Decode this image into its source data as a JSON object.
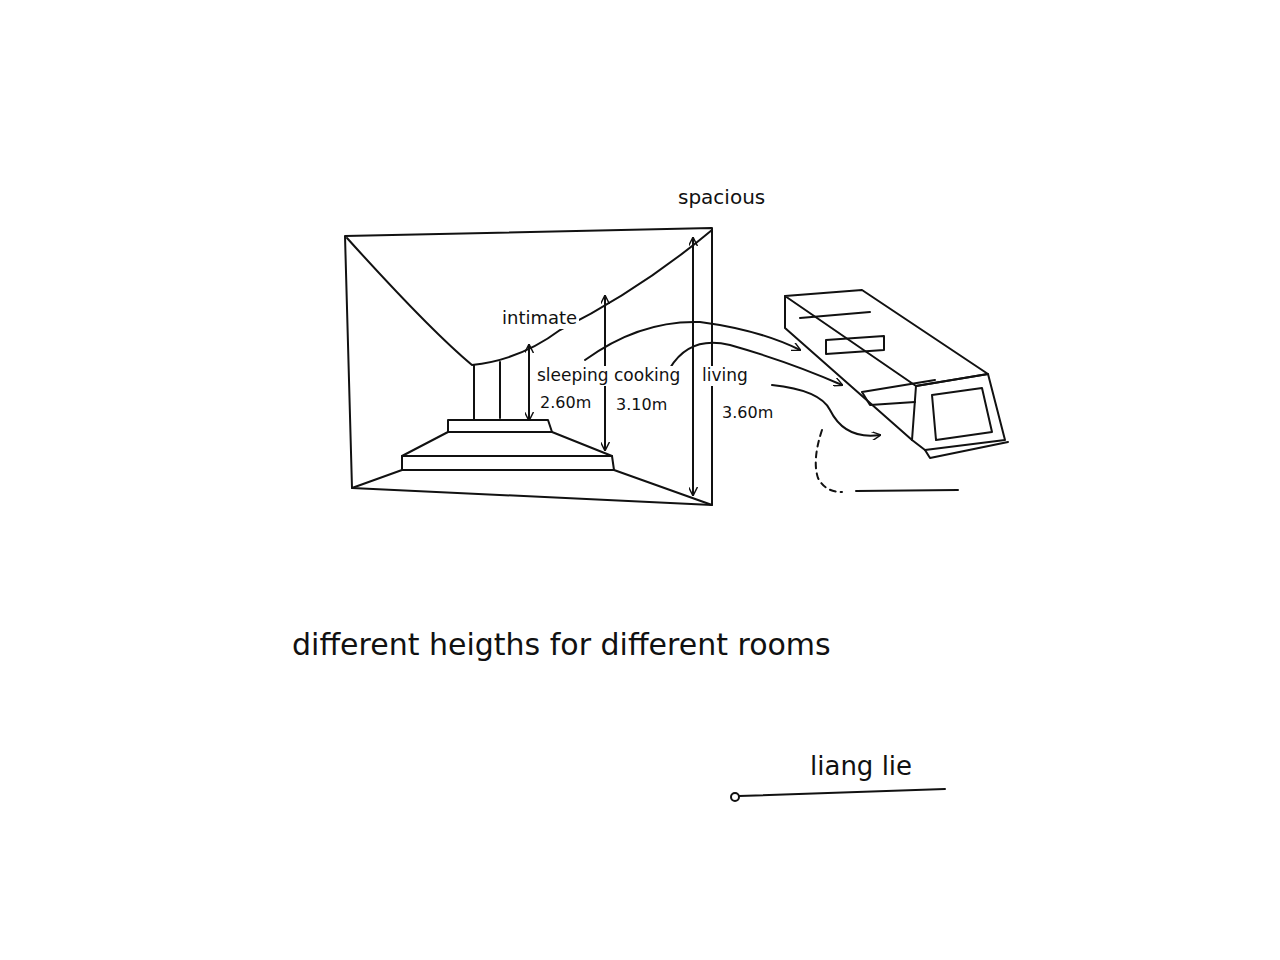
{
  "diagram": {
    "caption": "different heigths for different rooms",
    "labels": [
      "spacious",
      "intimate",
      "sleeping",
      "2.60m",
      "cooking",
      "3.10m",
      "living",
      "3.60m",
      "liang lie"
    ]
  }
}
